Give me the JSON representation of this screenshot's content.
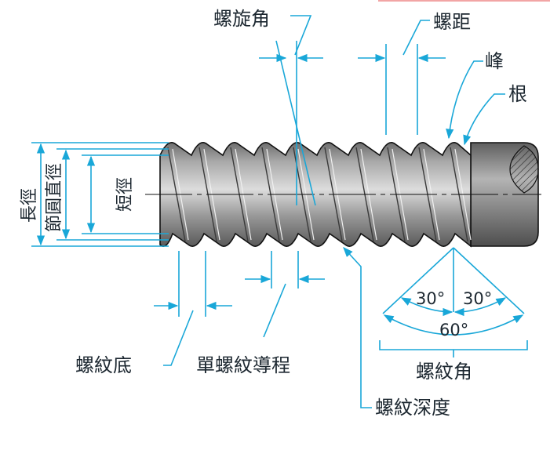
{
  "labels": {
    "helix_angle": "螺旋角",
    "pitch": "螺距",
    "crest": "峰",
    "root": "根",
    "major_diameter": "長徑",
    "pitch_diameter": "節圓直徑",
    "minor_diameter": "短徑",
    "thread_root": "螺紋底",
    "single_lead": "單螺紋導程",
    "thread_depth": "螺紋深度",
    "thread_angle": "螺紋角",
    "half_angle_left": "30°",
    "half_angle_right": "30°",
    "full_angle": "60°"
  },
  "colors": {
    "dimension": "#19a7d8",
    "label_text": "#1c2730",
    "bolt_body": "#9a9a9a",
    "outline": "#111111"
  },
  "icons": {
    "thread_section": "hatched-semicircle-icon"
  }
}
